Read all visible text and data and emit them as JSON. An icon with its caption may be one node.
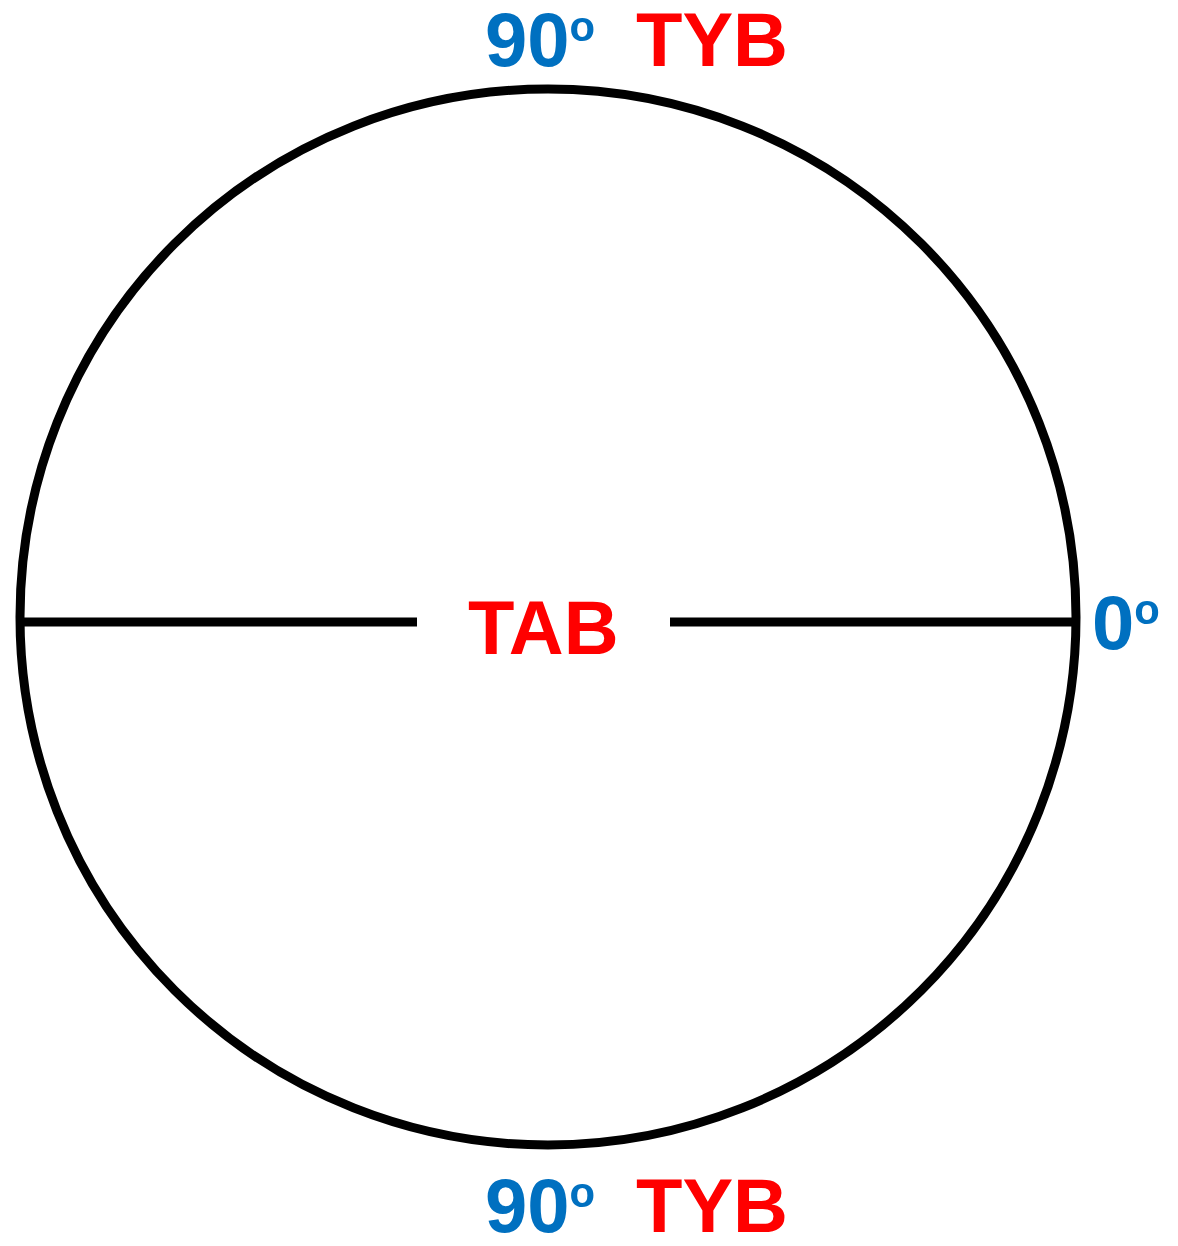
{
  "diagram": {
    "labels": [
      "90$^{o}$",
      "TYB",
      "TAB",
      "0$^{o}$",
      "90$^{o}$",
      "TYB"
    ]
  }
}
